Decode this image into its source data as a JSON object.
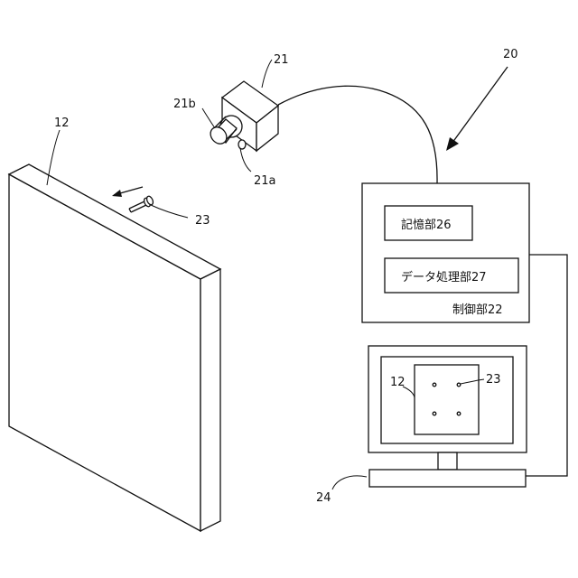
{
  "labels": {
    "wall": "12",
    "pin": "23",
    "camera": "21",
    "lens": "21b",
    "camera_port": "21a",
    "device": "20",
    "monitor_wall": "12",
    "monitor_pin": "23",
    "keyboard": "24"
  },
  "control_unit": {
    "label": "制御部22",
    "storage_label": "記憶部26",
    "processing_label": "データ処理部27"
  }
}
